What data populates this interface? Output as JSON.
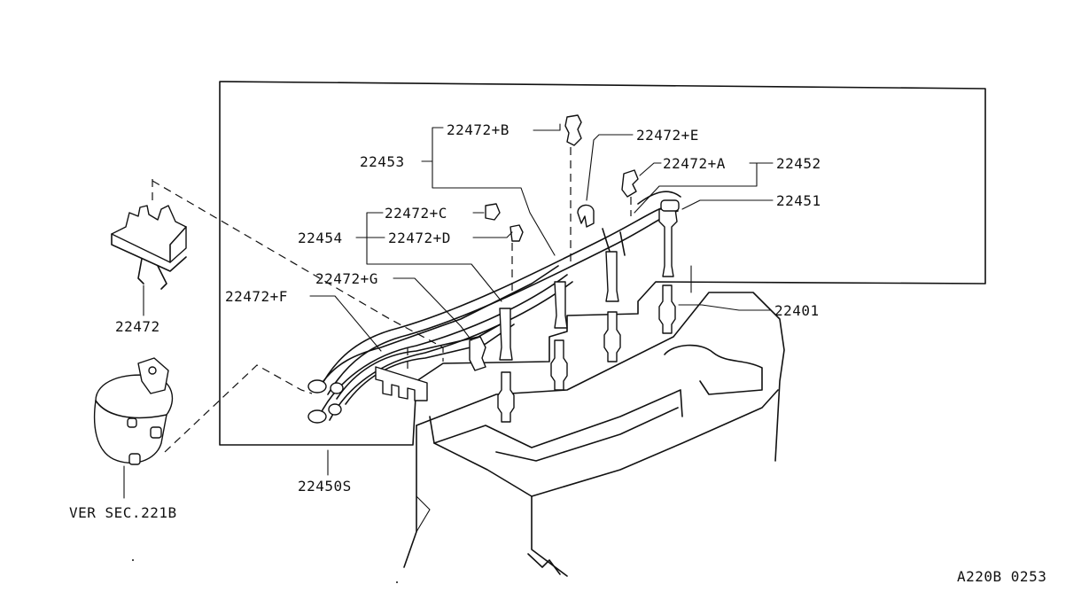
{
  "diagram": {
    "labels": {
      "l_22472B": "22472+B",
      "l_22472E": "22472+E",
      "l_22453": "22453",
      "l_22472A": "22472+A",
      "l_22452": "22452",
      "l_22451": "22451",
      "l_22472C": "22472+C",
      "l_22454": "22454",
      "l_22472D": "22472+D",
      "l_22472G": "22472+G",
      "l_22472F": "22472+F",
      "l_22401": "22401",
      "l_22472": "22472",
      "l_22450S": "22450S",
      "l_ver": "VER SEC.221B",
      "l_code": "A220B 0253"
    }
  }
}
